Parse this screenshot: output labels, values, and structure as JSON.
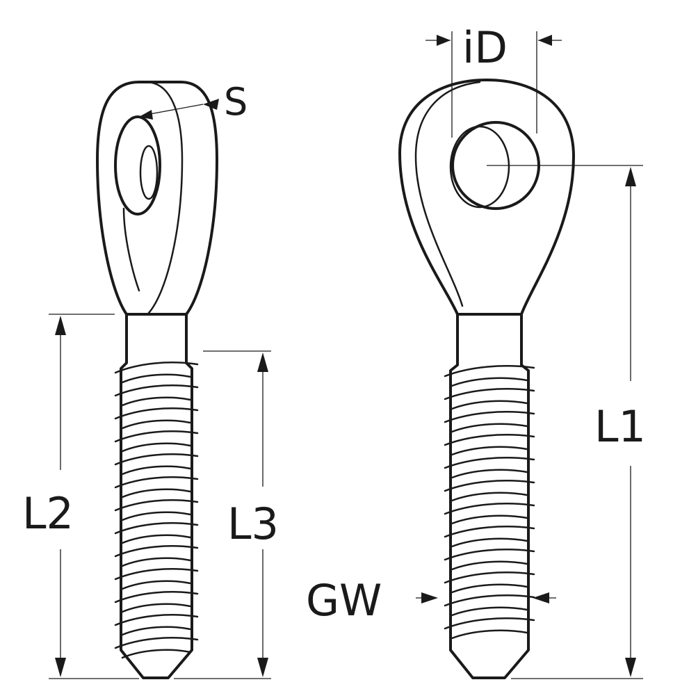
{
  "labels": {
    "S": "S",
    "iD": "iD",
    "L1": "L1",
    "L2": "L2",
    "L3": "L3",
    "GW": "GW"
  },
  "colors": {
    "line": "#1a1a1a",
    "background": "#ffffff"
  },
  "icons": {
    "left_part": "eye-lag-screw-side-view",
    "right_part": "eye-lag-screw-front-view"
  }
}
